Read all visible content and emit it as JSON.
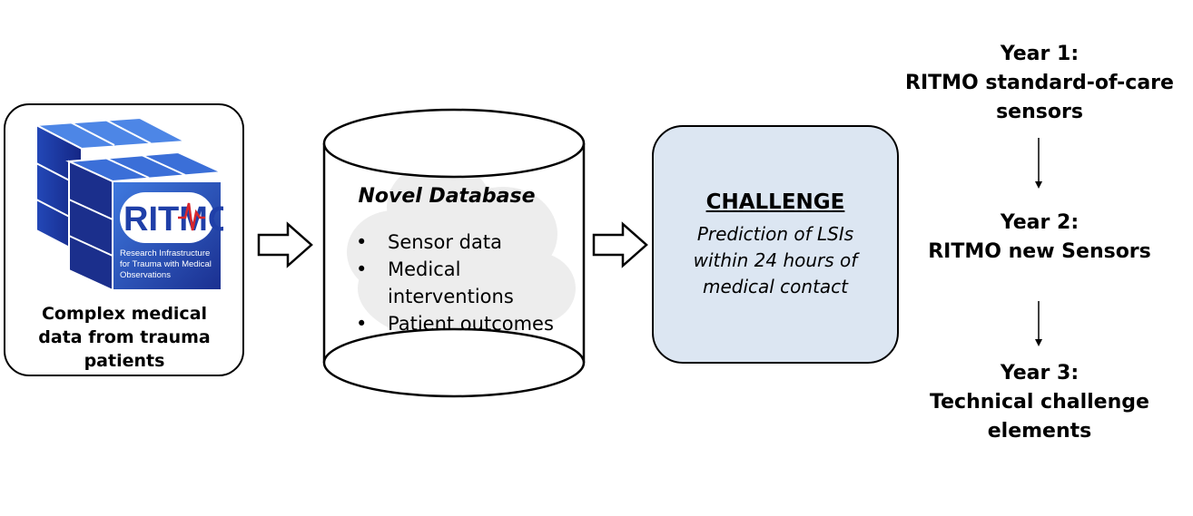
{
  "source": {
    "logo_text": "RITMO",
    "logo_subtitle": [
      "Research Infrastructure",
      "for Trauma with Medical",
      "Observations"
    ],
    "caption": [
      "Complex medical",
      "data from trauma",
      "patients"
    ]
  },
  "database": {
    "title": "Novel Database",
    "items": [
      "Sensor data",
      "Medical",
      "interventions",
      "Patient outcomes"
    ]
  },
  "challenge": {
    "title": "CHALLENGE",
    "description": [
      "Prediction of LSIs",
      "within 24 hours of",
      "medical contact"
    ]
  },
  "timeline": [
    {
      "year": "Year 1:",
      "lines": [
        "RITMO standard-of-care",
        "sensors"
      ]
    },
    {
      "year": "Year 2:",
      "lines": [
        "RITMO new Sensors"
      ]
    },
    {
      "year": "Year 3:",
      "lines": [
        "Technical challenge",
        "elements"
      ]
    }
  ],
  "colors": {
    "challenge_fill": "#dce6f2",
    "logo_blue": "#1f3fa8",
    "logo_dark": "#13227a",
    "logo_red": "#d9262c"
  }
}
